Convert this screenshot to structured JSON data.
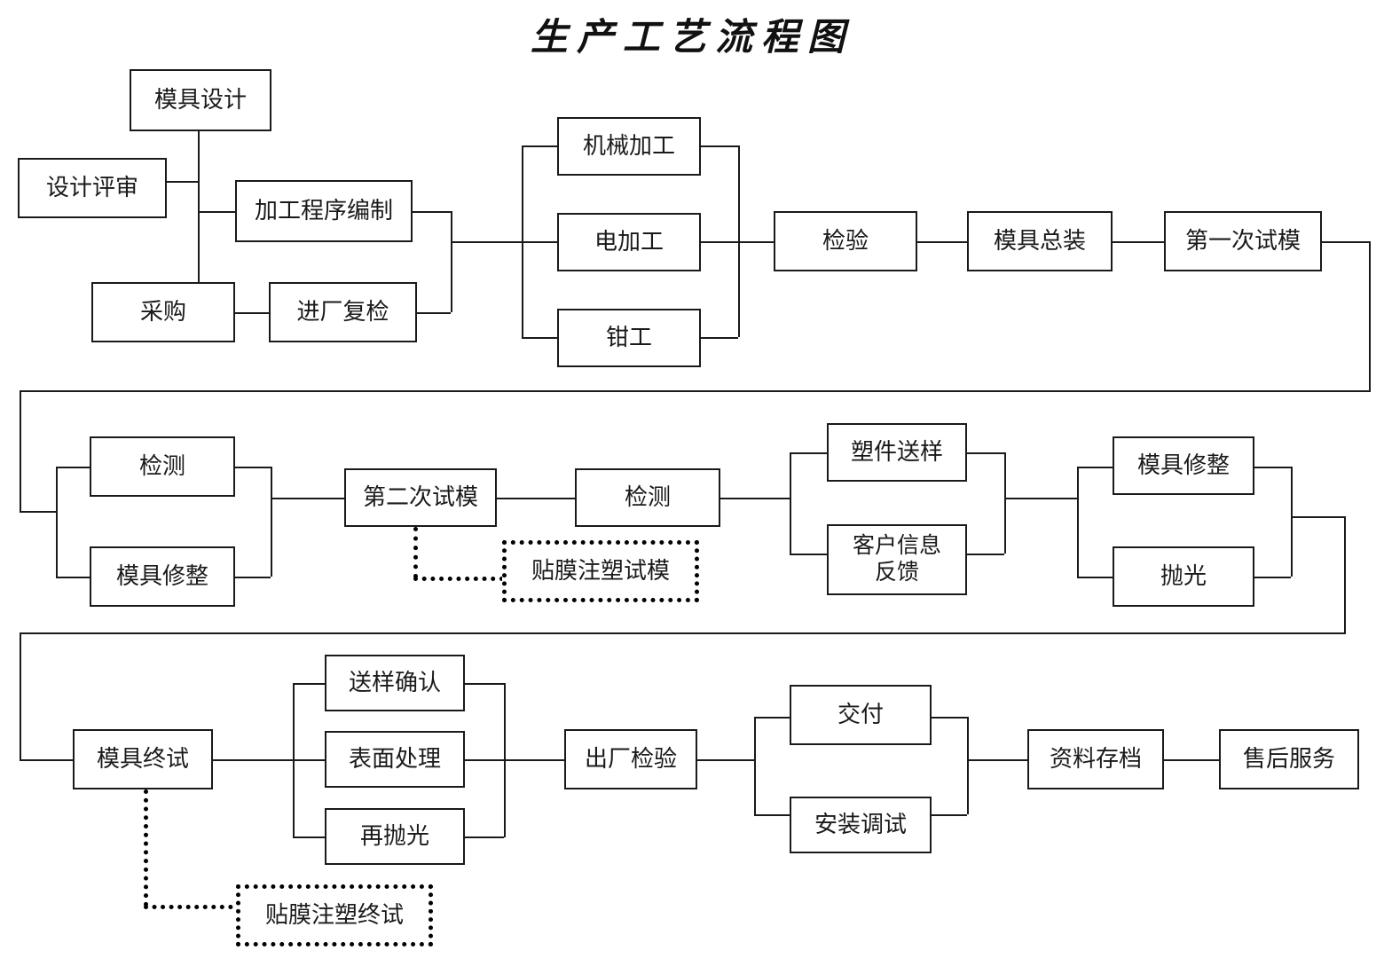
{
  "title": "生产工艺流程图",
  "diagram": {
    "type": "flowchart",
    "orientation": "left-to-right, wrapping over 3 rows",
    "rows": [
      {
        "row": 1,
        "nodes": [
          {
            "id": "mold-design",
            "label": "模具设计",
            "style": "solid"
          },
          {
            "id": "design-review",
            "label": "设计评审",
            "style": "solid"
          },
          {
            "id": "process-programming",
            "label": "加工程序编制",
            "style": "solid"
          },
          {
            "id": "purchasing",
            "label": "采购",
            "style": "solid"
          },
          {
            "id": "incoming-recheck",
            "label": "进厂复检",
            "style": "solid"
          },
          {
            "id": "machining",
            "label": "机械加工",
            "style": "solid"
          },
          {
            "id": "edm",
            "label": "电加工",
            "style": "solid"
          },
          {
            "id": "bench-work",
            "label": "钳工",
            "style": "solid"
          },
          {
            "id": "inspection-1",
            "label": "检验",
            "style": "solid"
          },
          {
            "id": "mold-assembly",
            "label": "模具总装",
            "style": "solid"
          },
          {
            "id": "first-trial",
            "label": "第一次试模",
            "style": "solid"
          }
        ]
      },
      {
        "row": 2,
        "nodes": [
          {
            "id": "measure-1",
            "label": "检测",
            "style": "solid"
          },
          {
            "id": "mold-repair-1",
            "label": "模具修整",
            "style": "solid"
          },
          {
            "id": "second-trial",
            "label": "第二次试模",
            "style": "solid"
          },
          {
            "id": "film-injection-trial",
            "label": "贴膜注塑试模",
            "style": "dotted"
          },
          {
            "id": "measure-2",
            "label": "检测",
            "style": "solid"
          },
          {
            "id": "sample-delivery",
            "label": "塑件送样",
            "style": "solid"
          },
          {
            "id": "customer-feedback",
            "label": "客户信息",
            "label2": "反馈",
            "style": "solid"
          },
          {
            "id": "mold-repair-2",
            "label": "模具修整",
            "style": "solid"
          },
          {
            "id": "polishing",
            "label": "抛光",
            "style": "solid"
          }
        ]
      },
      {
        "row": 3,
        "nodes": [
          {
            "id": "final-trial",
            "label": "模具终试",
            "style": "solid"
          },
          {
            "id": "film-injection-final",
            "label": "贴膜注塑终试",
            "style": "dotted"
          },
          {
            "id": "sample-confirm",
            "label": "送样确认",
            "style": "solid"
          },
          {
            "id": "surface-treatment",
            "label": "表面处理",
            "style": "solid"
          },
          {
            "id": "re-polishing",
            "label": "再抛光",
            "style": "solid"
          },
          {
            "id": "factory-inspection",
            "label": "出厂检验",
            "style": "solid"
          },
          {
            "id": "delivery",
            "label": "交付",
            "style": "solid"
          },
          {
            "id": "install-debug",
            "label": "安装调试",
            "style": "solid"
          },
          {
            "id": "archive",
            "label": "资料存档",
            "style": "solid"
          },
          {
            "id": "after-sales",
            "label": "售后服务",
            "style": "solid"
          }
        ]
      }
    ],
    "colors": {
      "line": "#1a1a1a",
      "dotted": "#000000",
      "box_fill": "#ffffff",
      "text": "#1a1a1a"
    }
  }
}
